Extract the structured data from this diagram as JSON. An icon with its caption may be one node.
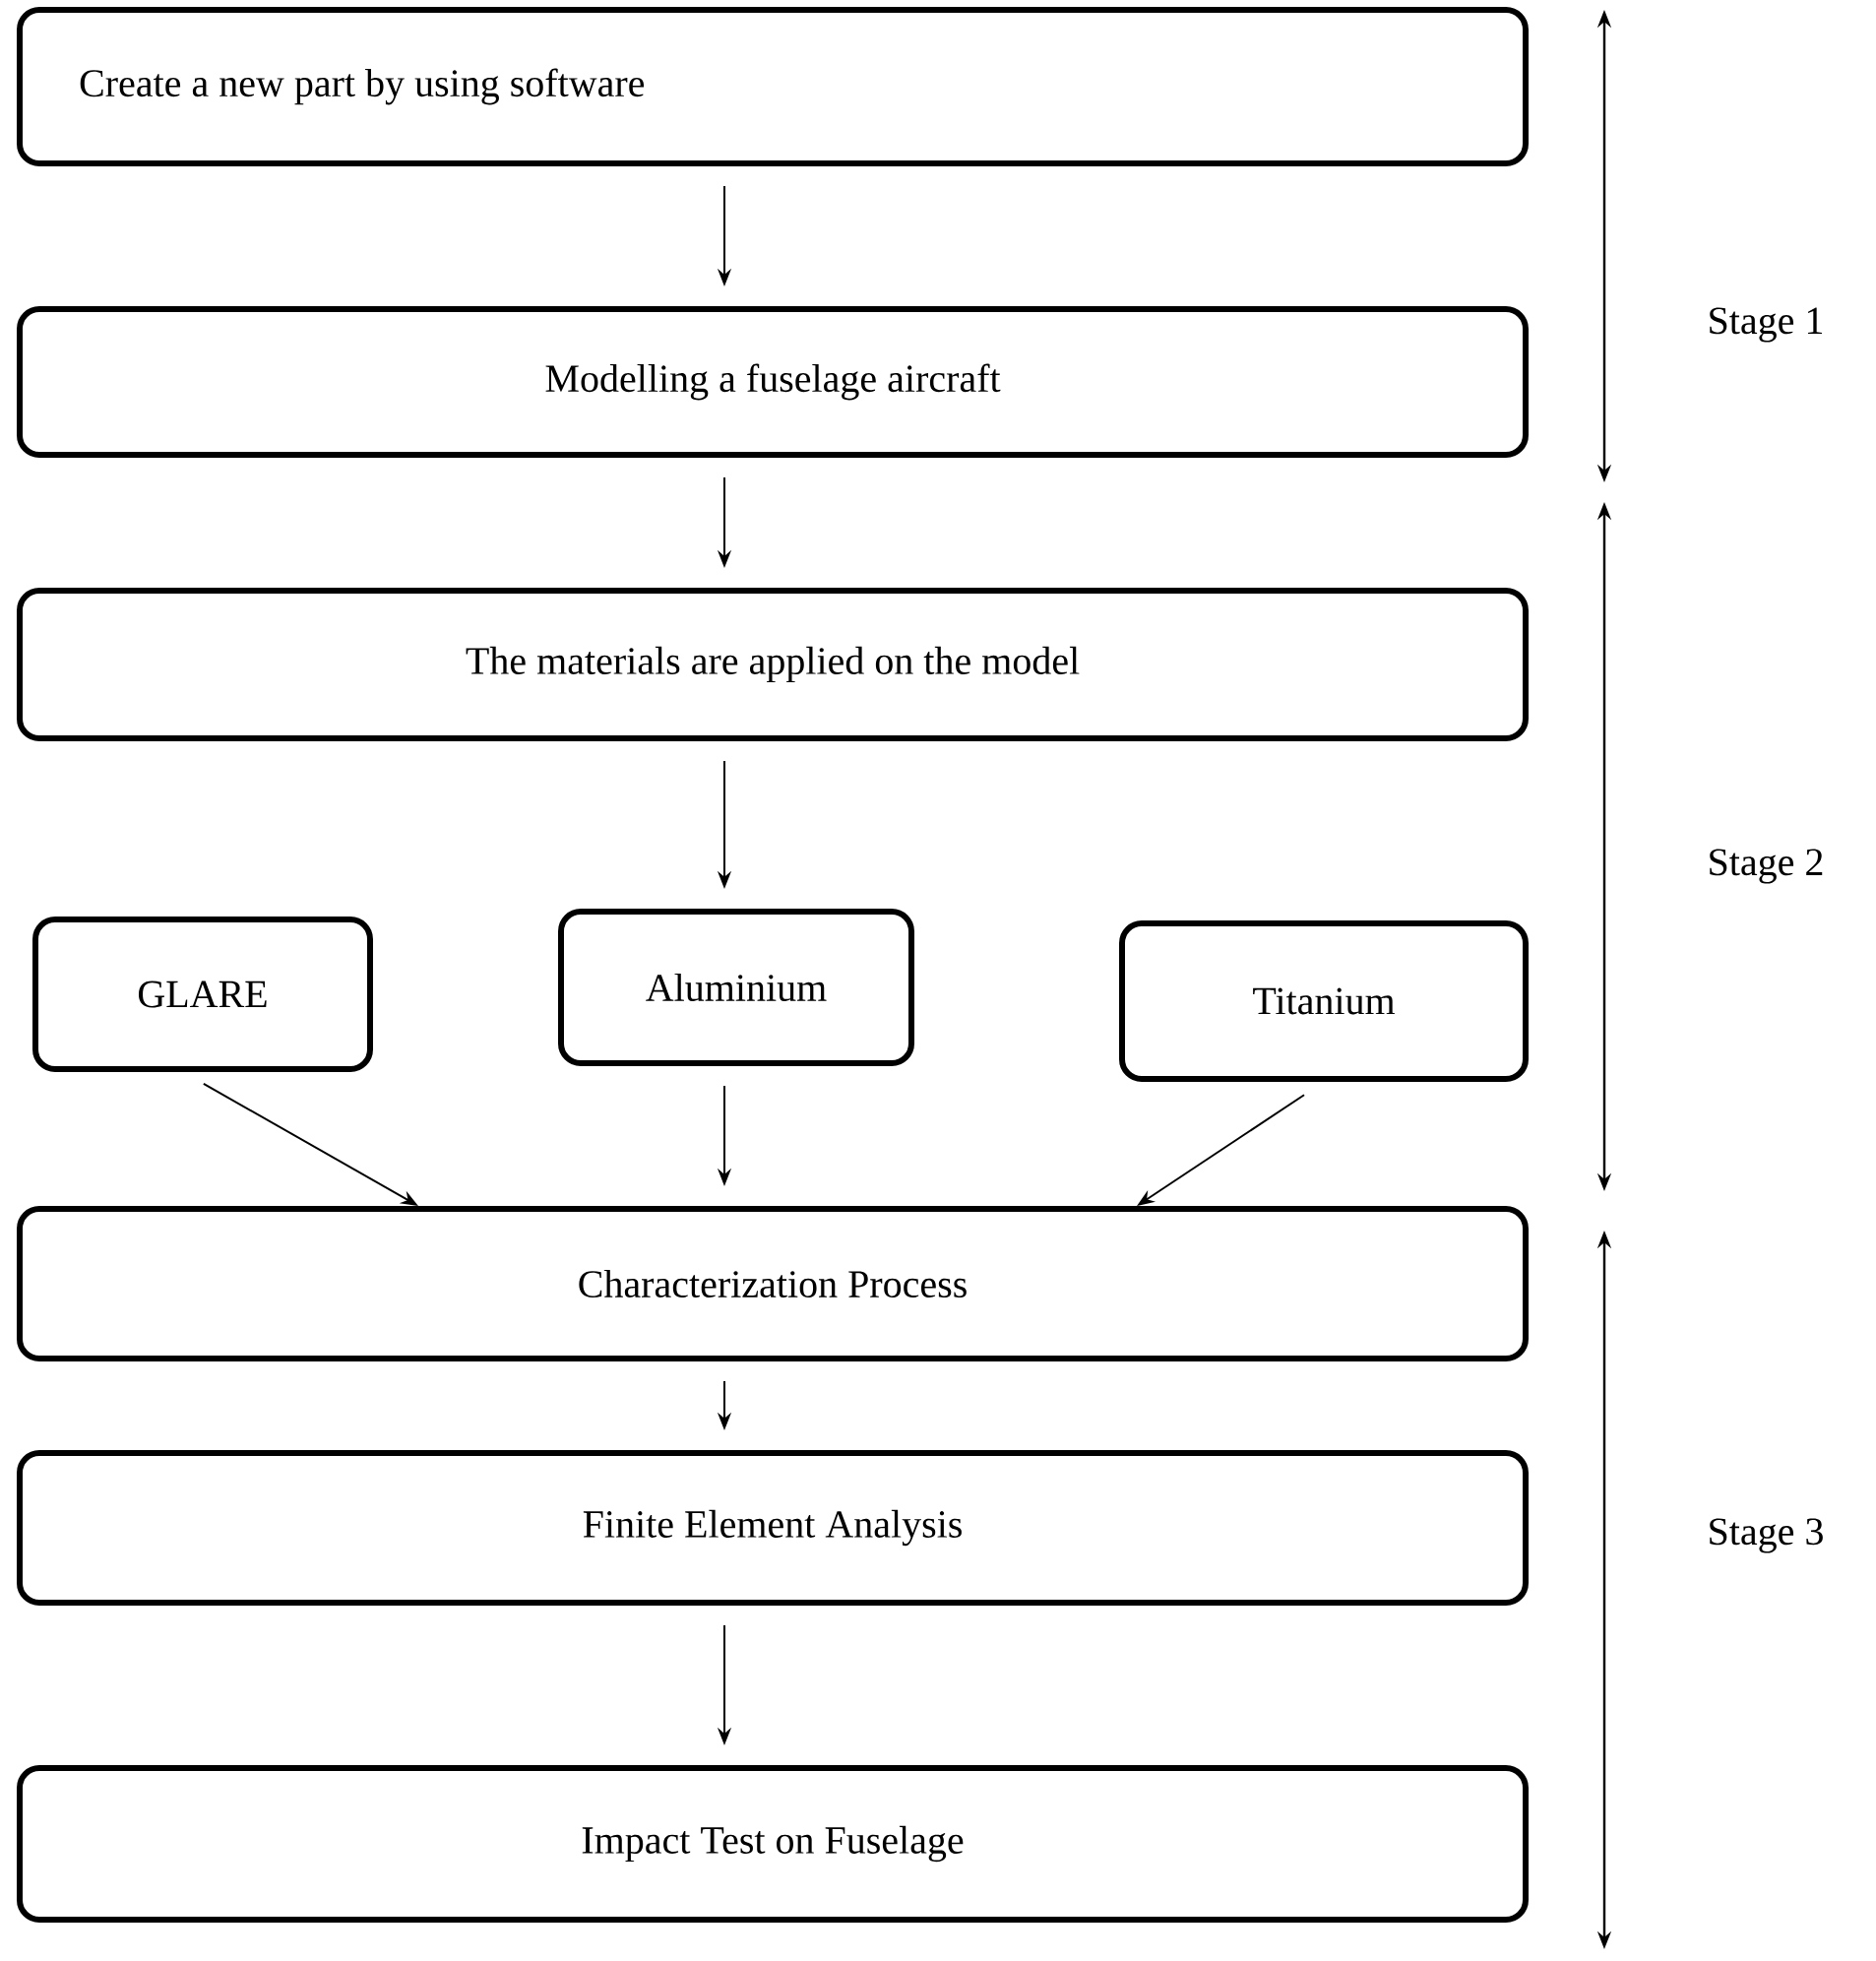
{
  "diagram": {
    "nodes": [
      {
        "text": [
          "Create a new part by using software"
        ]
      },
      {
        "text": [
          "Modelling a fuselage aircraft"
        ]
      },
      {
        "text": [
          "The materials are applied on the model"
        ]
      },
      {
        "text": [
          "GLARE"
        ]
      },
      {
        "text": [
          "Aluminium"
        ]
      },
      {
        "text": [
          "Titanium"
        ]
      },
      {
        "text": [
          "Characterization Process"
        ]
      },
      {
        "text": [
          "Finite Element Analysis"
        ]
      },
      {
        "text": [
          "Impact Test on Fuselage"
        ]
      }
    ],
    "edges": [
      {
        "from": 0,
        "to": 1,
        "arrow": "to"
      },
      {
        "from": 1,
        "to": 2,
        "arrow": "to"
      },
      {
        "from": 2,
        "to": 4,
        "arrow": "to"
      },
      {
        "from": 3,
        "to": 6,
        "arrow": "to"
      },
      {
        "from": 4,
        "to": 6,
        "arrow": "to"
      },
      {
        "from": 5,
        "to": 6,
        "arrow": "to"
      },
      {
        "from": 6,
        "to": 7,
        "arrow": "to"
      },
      {
        "from": 7,
        "to": 8,
        "arrow": "to"
      }
    ],
    "labels": [
      "Stage 1",
      "Stage 2",
      "Stage 3"
    ]
  }
}
